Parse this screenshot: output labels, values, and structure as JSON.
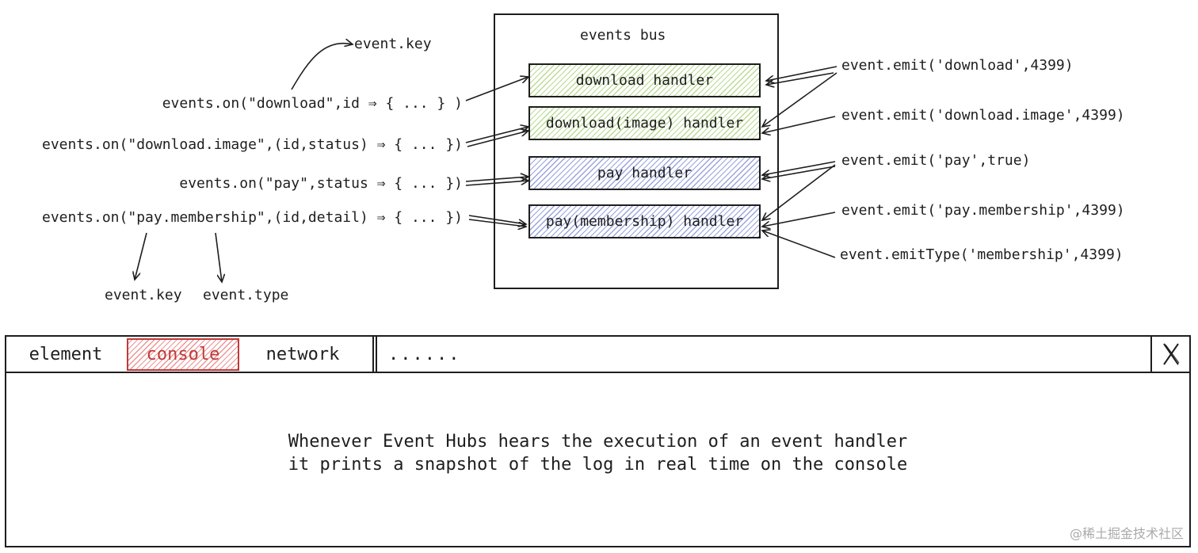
{
  "bus": {
    "title": "events bus"
  },
  "handlers": [
    {
      "label": "download handler",
      "color": "#7cbd3c"
    },
    {
      "label": "download(image) handler",
      "color": "#7cbd3c"
    },
    {
      "label": "pay handler",
      "color": "#4a5cc0"
    },
    {
      "label": "pay(membership) handler",
      "color": "#4a5cc0"
    }
  ],
  "listeners": [
    "events.on(\"download\",id ⇒ { ... } )",
    "events.on(\"download.image\",(id,status) ⇒ { ... })",
    "events.on(\"pay\",status ⇒ { ... })",
    "events.on(\"pay.membership\",(id,detail) ⇒ { ... })"
  ],
  "annotations": {
    "top_key": "event.key",
    "bottom_key": "event.key",
    "bottom_type": "event.type"
  },
  "emits": [
    "event.emit('download',4399)",
    "event.emit('download.image',4399)",
    "event.emit('pay',true)",
    "event.emit('pay.membership',4399)",
    "event.emitType('membership',4399)"
  ],
  "devtools": {
    "tabs": [
      "element",
      "console",
      "network",
      "......"
    ],
    "active_tab": "console",
    "active_color": "#e05050",
    "close_icon": "close-icon",
    "message_line1": "Whenever Event Hubs hears the execution of an event handler",
    "message_line2": "it prints a snapshot of the log in real time on the console"
  },
  "watermark": "@稀土掘金技术社区"
}
